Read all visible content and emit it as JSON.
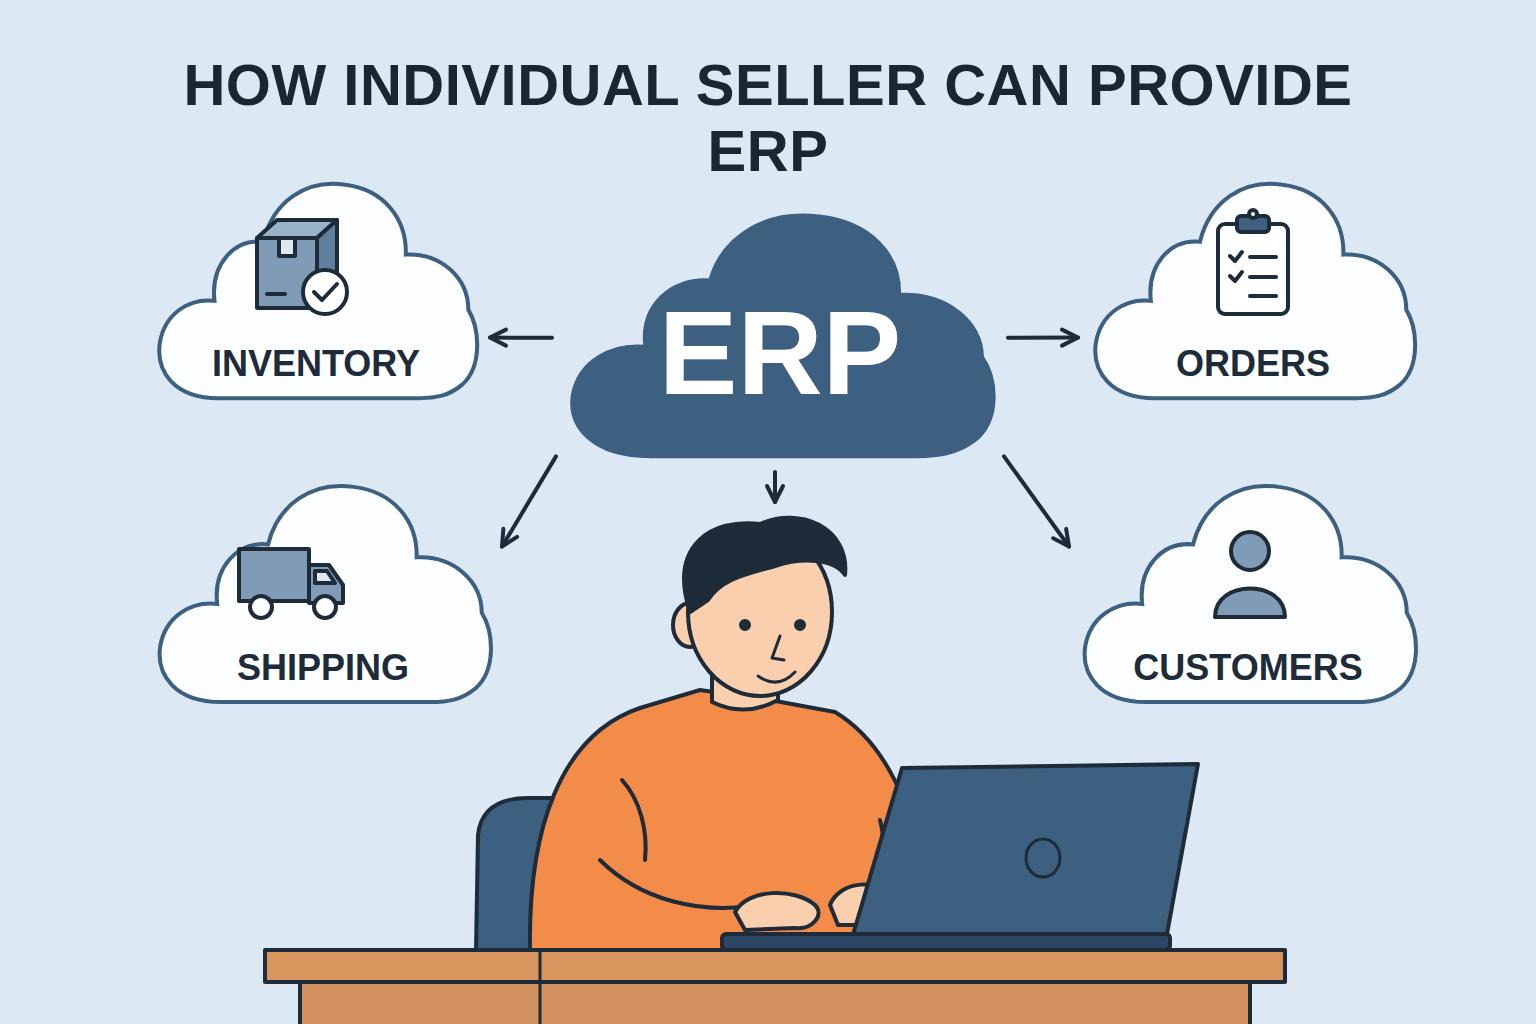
{
  "diagram": {
    "title": "HOW INDIVIDUAL SELLER CAN PROVIDE ERP",
    "nodes": [
      {
        "text": [
          "INVENTORY"
        ]
      },
      {
        "text": [
          "ERP"
        ]
      },
      {
        "text": [
          "ORDERS"
        ]
      },
      {
        "text": [
          "SHIPPING"
        ]
      },
      {
        "text": [
          "CUSTOMERS"
        ]
      }
    ],
    "edges": [
      {
        "from": 1,
        "to": 0,
        "arrow": "to"
      },
      {
        "from": 1,
        "to": 2,
        "arrow": "to"
      },
      {
        "from": 1,
        "to": 3,
        "arrow": "to"
      },
      {
        "from": 1,
        "to": 4,
        "arrow": "to"
      }
    ]
  }
}
